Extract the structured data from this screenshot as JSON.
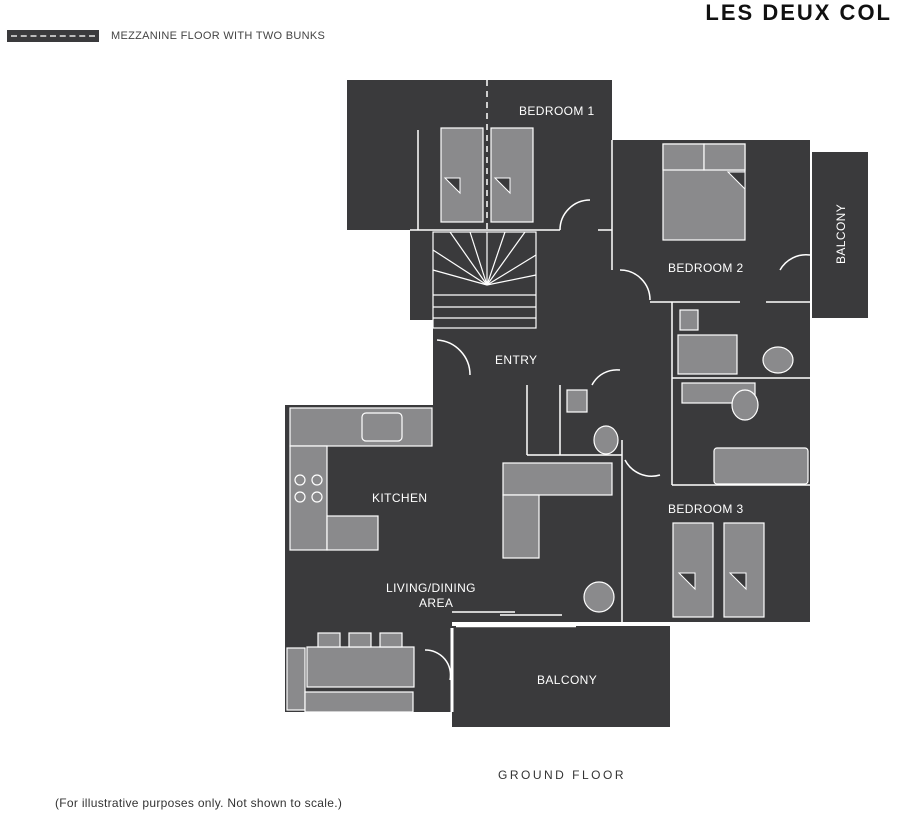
{
  "title": "LES DEUX COL",
  "legend": {
    "label": "MEZZANINE FLOOR WITH TWO BUNKS"
  },
  "rooms": {
    "bedroom1": "BEDROOM 1",
    "bedroom2": "BEDROOM 2",
    "bedroom3": "BEDROOM 3",
    "balcony_right": "BALCONY",
    "entry": "ENTRY",
    "kitchen": "KITCHEN",
    "living_line1": "LIVING/DINING",
    "living_line2": "AREA",
    "balcony_bottom": "BALCONY"
  },
  "floor_label": "GROUND FLOOR",
  "note": "(For illustrative purposes only. Not shown to scale.)",
  "colors": {
    "wall_fill": "#3a3a3c",
    "furniture": "#8a8a8c",
    "lines": "#ffffff"
  }
}
